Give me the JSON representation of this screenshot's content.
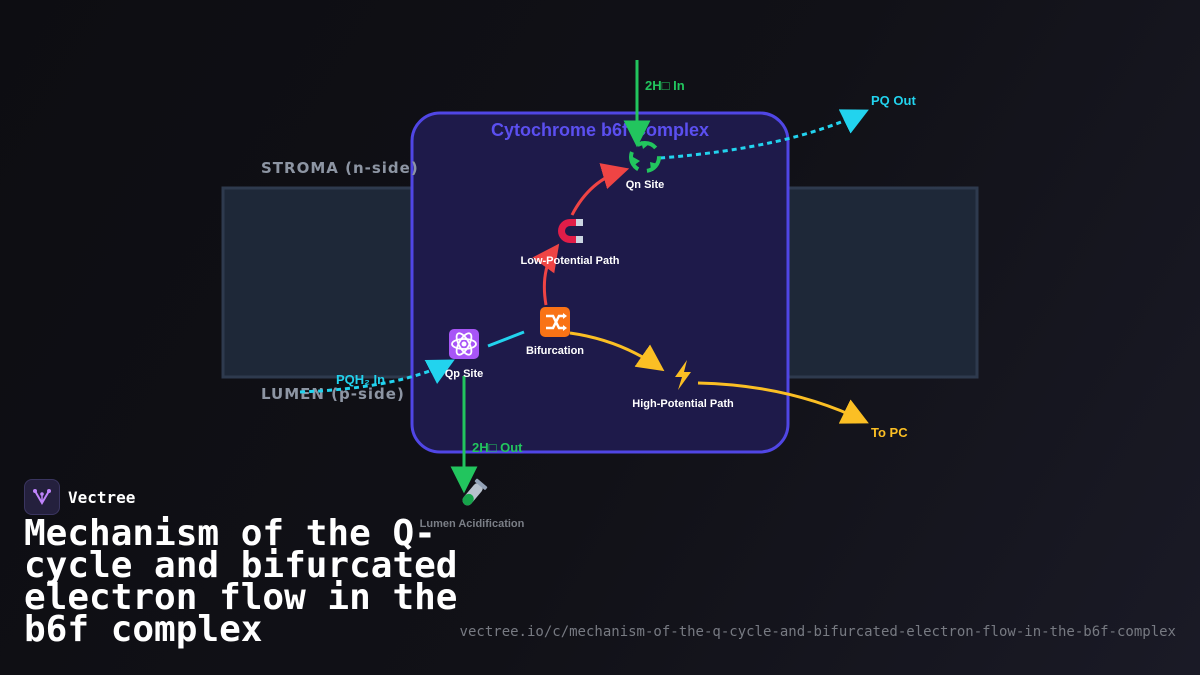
{
  "diagram": {
    "complex_title": "Cytochrome b6f Complex",
    "stroma_label": "STROMA (n-side)",
    "lumen_label": "LUMEN (p-side)",
    "nodes": {
      "qn_site": "Qn Site",
      "low_potential": "Low-Potential Path",
      "bifurcation": "Bifurcation",
      "qp_site": "Qp Site",
      "high_potential": "High-Potential Path",
      "lumen_acidification": "Lumen Acidification"
    },
    "arrows": {
      "proton_in": "2H⁠□ In",
      "pq_out": "PQ Out",
      "pqh2_in": "PQH₂ In",
      "proton_out": "2H⁠□ Out",
      "to_pc": "To PC"
    },
    "icons": {
      "qn_site": "recycle-icon",
      "low_potential": "magnet-icon",
      "bifurcation": "shuffle-icon",
      "qp_site": "atom-icon",
      "high_potential": "lightning-icon",
      "lumen_acidification": "test-tube-icon"
    },
    "colors": {
      "complex_border": "#5046e5",
      "complex_fill": "#1e1a4a",
      "membrane": "#1e2838",
      "proton": "#22c55e",
      "pq": "#22d3ee",
      "low_path": "#ef4444",
      "high_path": "#fbbf24"
    }
  },
  "brand": {
    "name": "Vectree"
  },
  "title": "Mechanism of the Q-cycle and bifurcated electron flow in the b6f complex",
  "url": "vectree.io/c/mechanism-of-the-q-cycle-and-bifurcated-electron-flow-in-the-b6f-complex"
}
